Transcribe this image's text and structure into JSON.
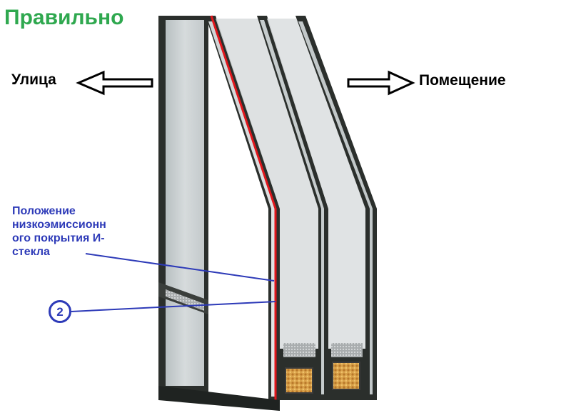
{
  "title": "Правильно",
  "labels": {
    "outside": "Улица",
    "inside": "Помещение",
    "coating_note": [
      "Положение",
      "низкоэмиссионн",
      "ого покрытия И-",
      "стекла"
    ],
    "pane_marker": "2"
  },
  "icons": {
    "outside_arrow": "arrow-left-icon",
    "inside_arrow": "arrow-right-icon"
  },
  "colors": {
    "title": "#2fa84f",
    "note": "#2d3ab8",
    "coating": "#e0161b",
    "frame": "#2b2f2c",
    "glass": "#c9ced0"
  }
}
